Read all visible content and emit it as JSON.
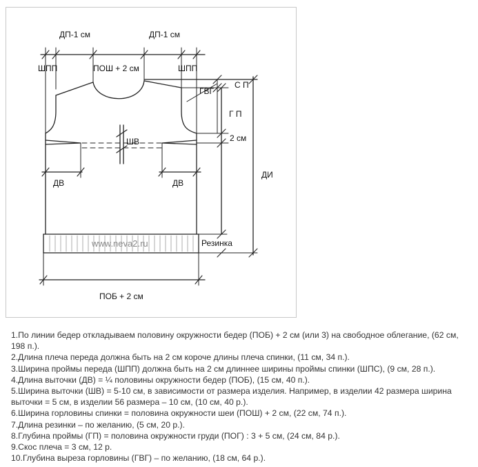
{
  "diagram": {
    "labels": {
      "dp_left": "ДП-1 см",
      "dp_right": "ДП-1 см",
      "shpp_left": "ШПП",
      "shpp_right": "ШПП",
      "posh": "ПОШ + 2 см",
      "sp": "С П",
      "gvg": "ГВГ",
      "gp": "Г П",
      "two_cm": "2 см",
      "shv": "ШВ",
      "dv_left": "ДВ",
      "dv_right": "ДВ",
      "di": "ДИ",
      "rezinka": "Резинка",
      "pob": "ПОБ + 2 см",
      "watermark": "www.neva2.ru"
    }
  },
  "notes": [
    "1.По линии бедер откладываем половину окружности бедер (ПОБ) + 2 см (или 3) на свободное облегание, (62 см, 198 п.).",
    "2.Длина плеча переда должна быть на 2 см короче длины плеча спинки, (11 см, 34 п.).",
    "3.Ширина проймы переда (ШПП) должна быть на 2 см длиннее ширины проймы спинки (ШПС), (9 см, 28 п.).",
    "4.Длина выточки (ДВ) = ¼ половины окружности бедер (ПОБ), (15 см, 40 п.).",
    "5.Ширина выточки (ШВ) = 5-10 см, в зависимости от размера изделия. Например, в изделии 42 размера ширина выточки = 5 см, в изделии 56 размера – 10 см, (10 см, 40 р.).",
    "6.Ширина горловины спинки = половина окружности шеи (ПОШ) + 2 см, (22 см, 74 п.).",
    "7.Длина резинки – по желанию, (5 см, 20 р.).",
    "8.Глубина проймы (ГП) = половина окружности груди (ПОГ) : 3 + 5 см, (24 см, 84 р.).",
    "9.Скос плеча = 3 см, 12 р.",
    "10.Глубина выреза горловины (ГВГ) – по желанию, (18 см, 64 р.)."
  ]
}
